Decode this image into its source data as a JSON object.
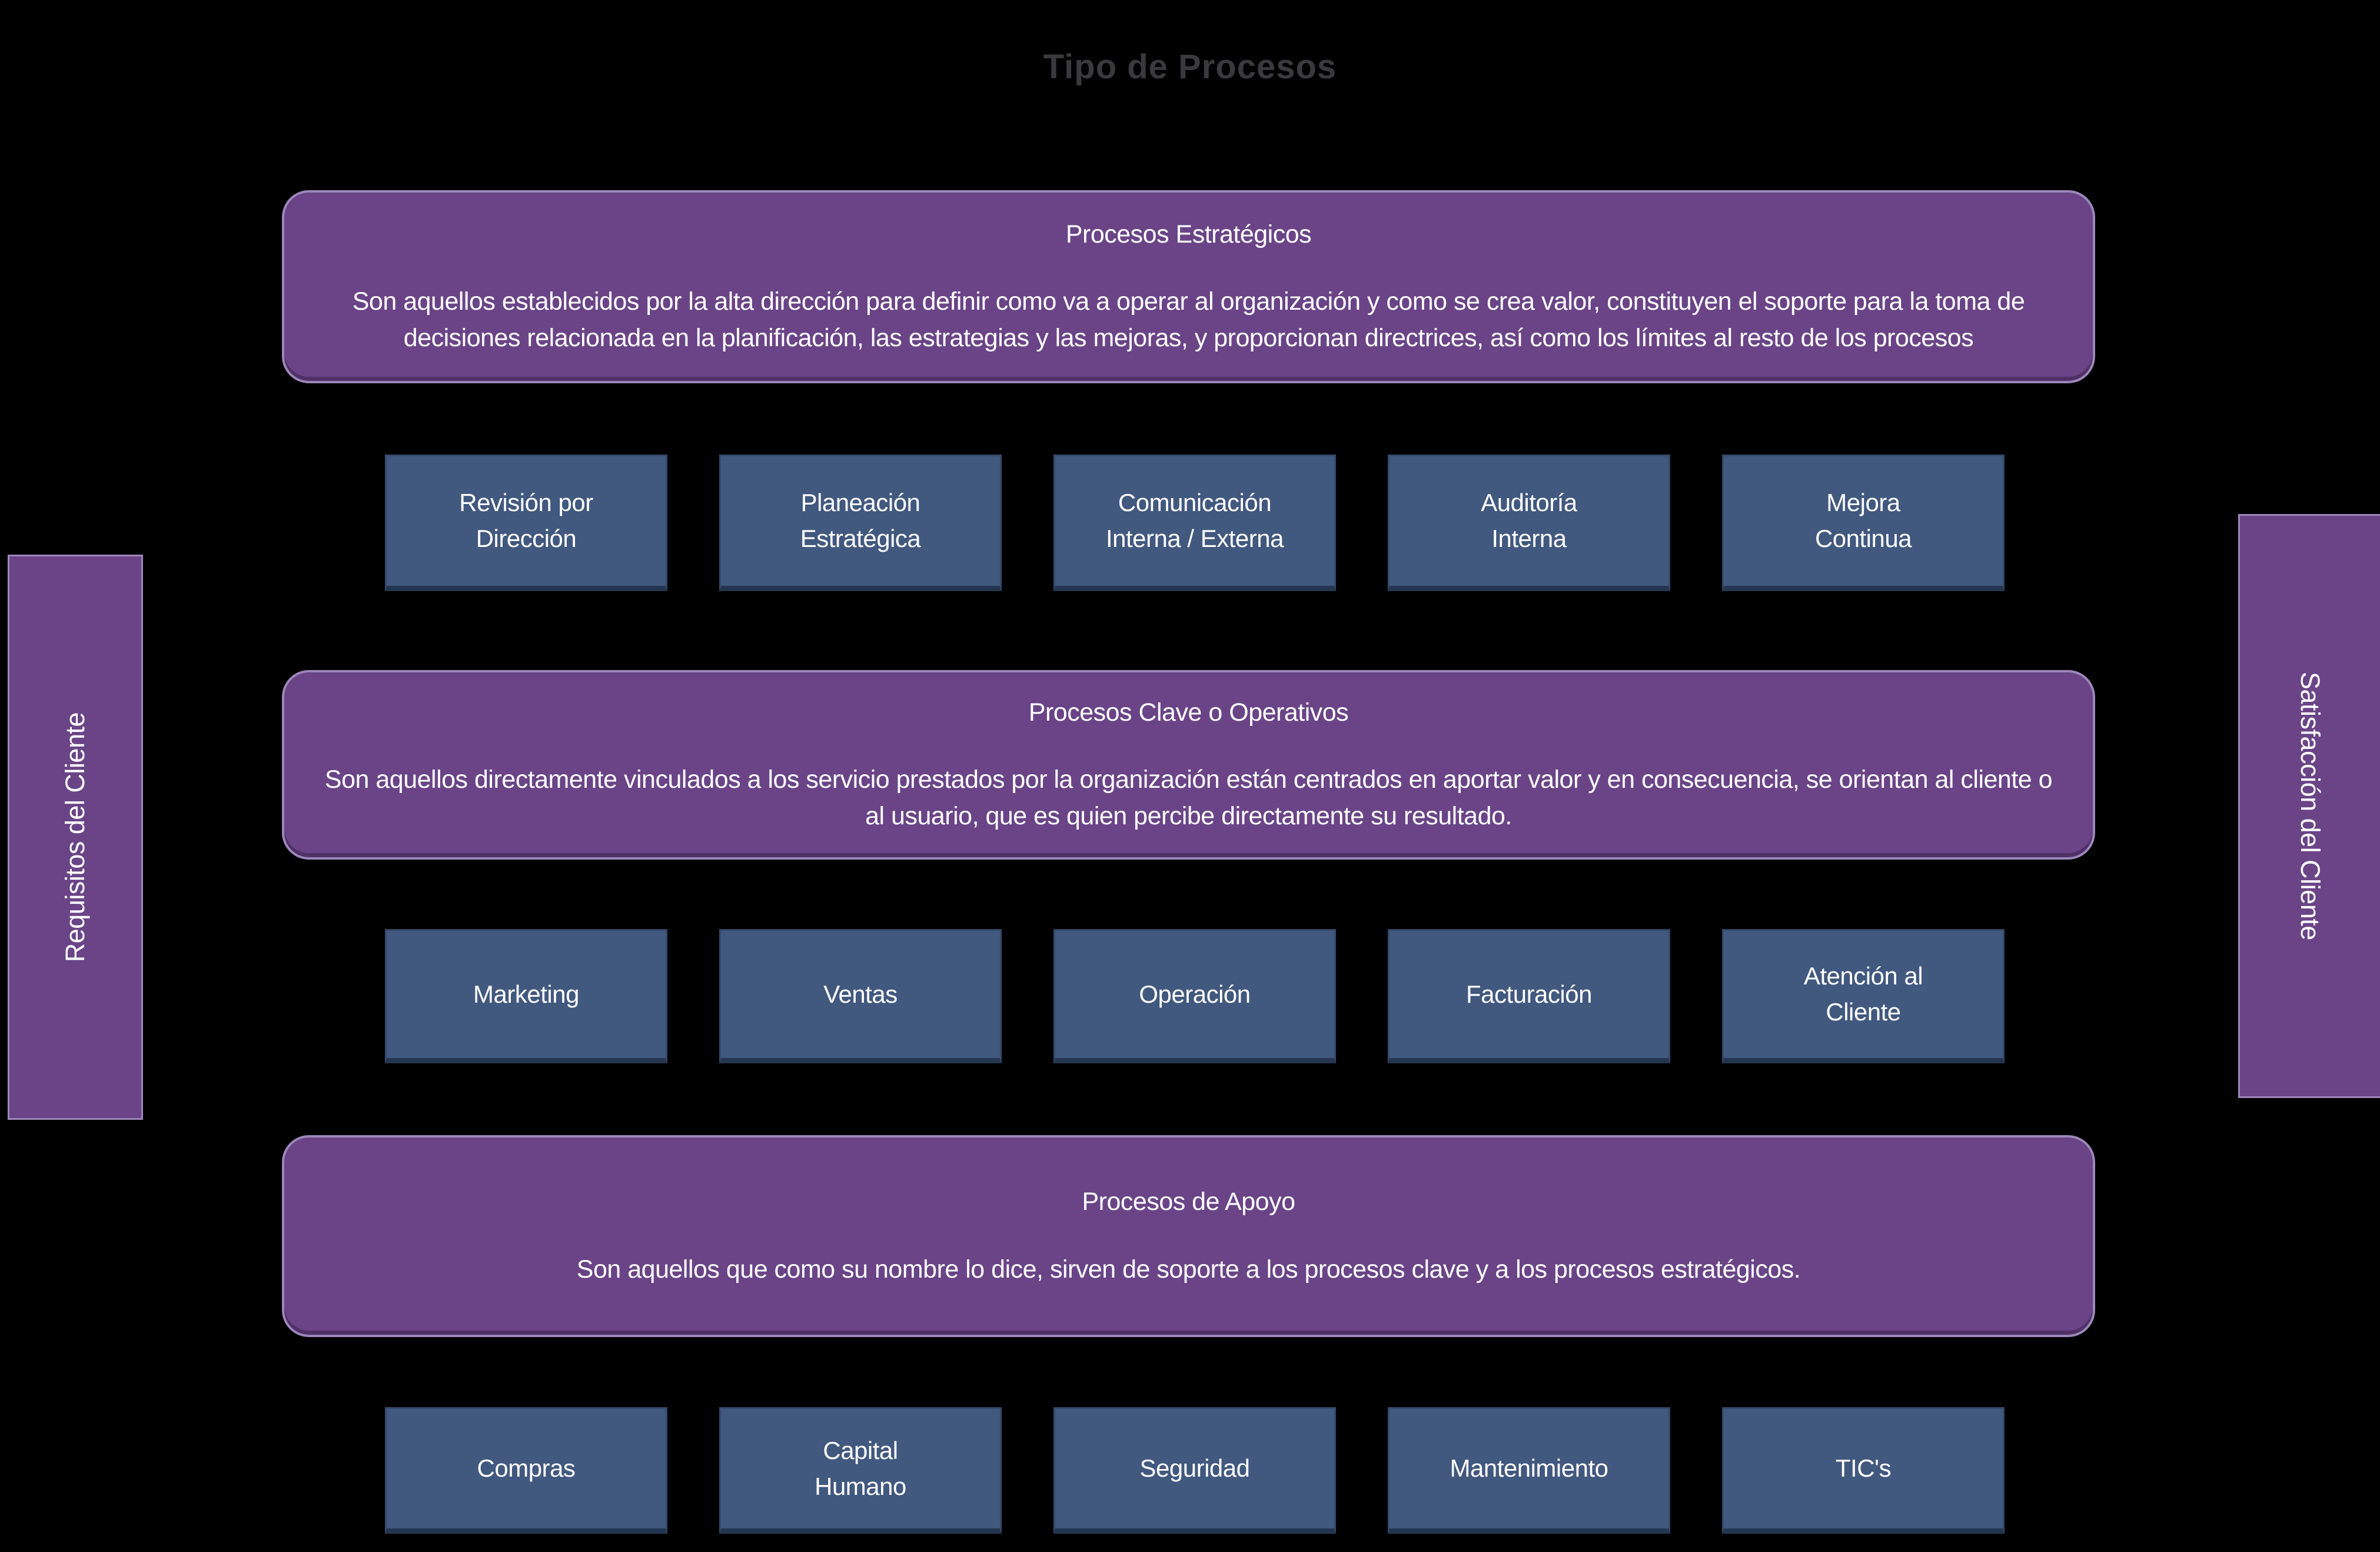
{
  "title": "Tipo de Procesos",
  "bands": [
    {
      "heading": "Procesos Estratégicos",
      "description": "Son aquellos establecidos por la alta dirección para definir como va a operar al organización y como se crea valor, constituyen el soporte para la toma de decisiones relacionada en la planificación, las estrategias y las mejoras, y proporcionan directrices, así como los límites al resto de los procesos",
      "items": [
        "Revisión por\nDirección",
        "Planeación\nEstratégica",
        "Comunicación\nInterna / Externa",
        "Auditoría\nInterna",
        "Mejora\nContinua"
      ]
    },
    {
      "heading": "Procesos Clave o Operativos",
      "description": "Son aquellos directamente vinculados a los servicio prestados por la organización están centrados en aportar valor y en consecuencia, se orientan al cliente o al usuario, que es quien percibe directamente su resultado.",
      "items": [
        "Marketing",
        "Ventas",
        "Operación",
        "Facturación",
        "Atención al\nCliente"
      ]
    },
    {
      "heading": "Procesos de Apoyo",
      "description": "Son aquellos que como su nombre lo dice, sirven de soporte a los procesos clave y a los procesos estratégicos.",
      "items": [
        "Compras",
        "Capital\nHumano",
        "Seguridad",
        "Mantenimiento",
        "TIC's"
      ]
    }
  ],
  "side_bars": {
    "left": "Requisitos del Cliente",
    "right": "Satisfacción del Cliente"
  },
  "colors": {
    "background": "#000000",
    "title_text": "#3a3a3d",
    "band_fill": "#6a4487",
    "band_border": "#9d87ba",
    "item_fill": "#41587f",
    "item_border": "#36496c",
    "item_border_bottom": "#24364f",
    "text": "#ffffff"
  }
}
